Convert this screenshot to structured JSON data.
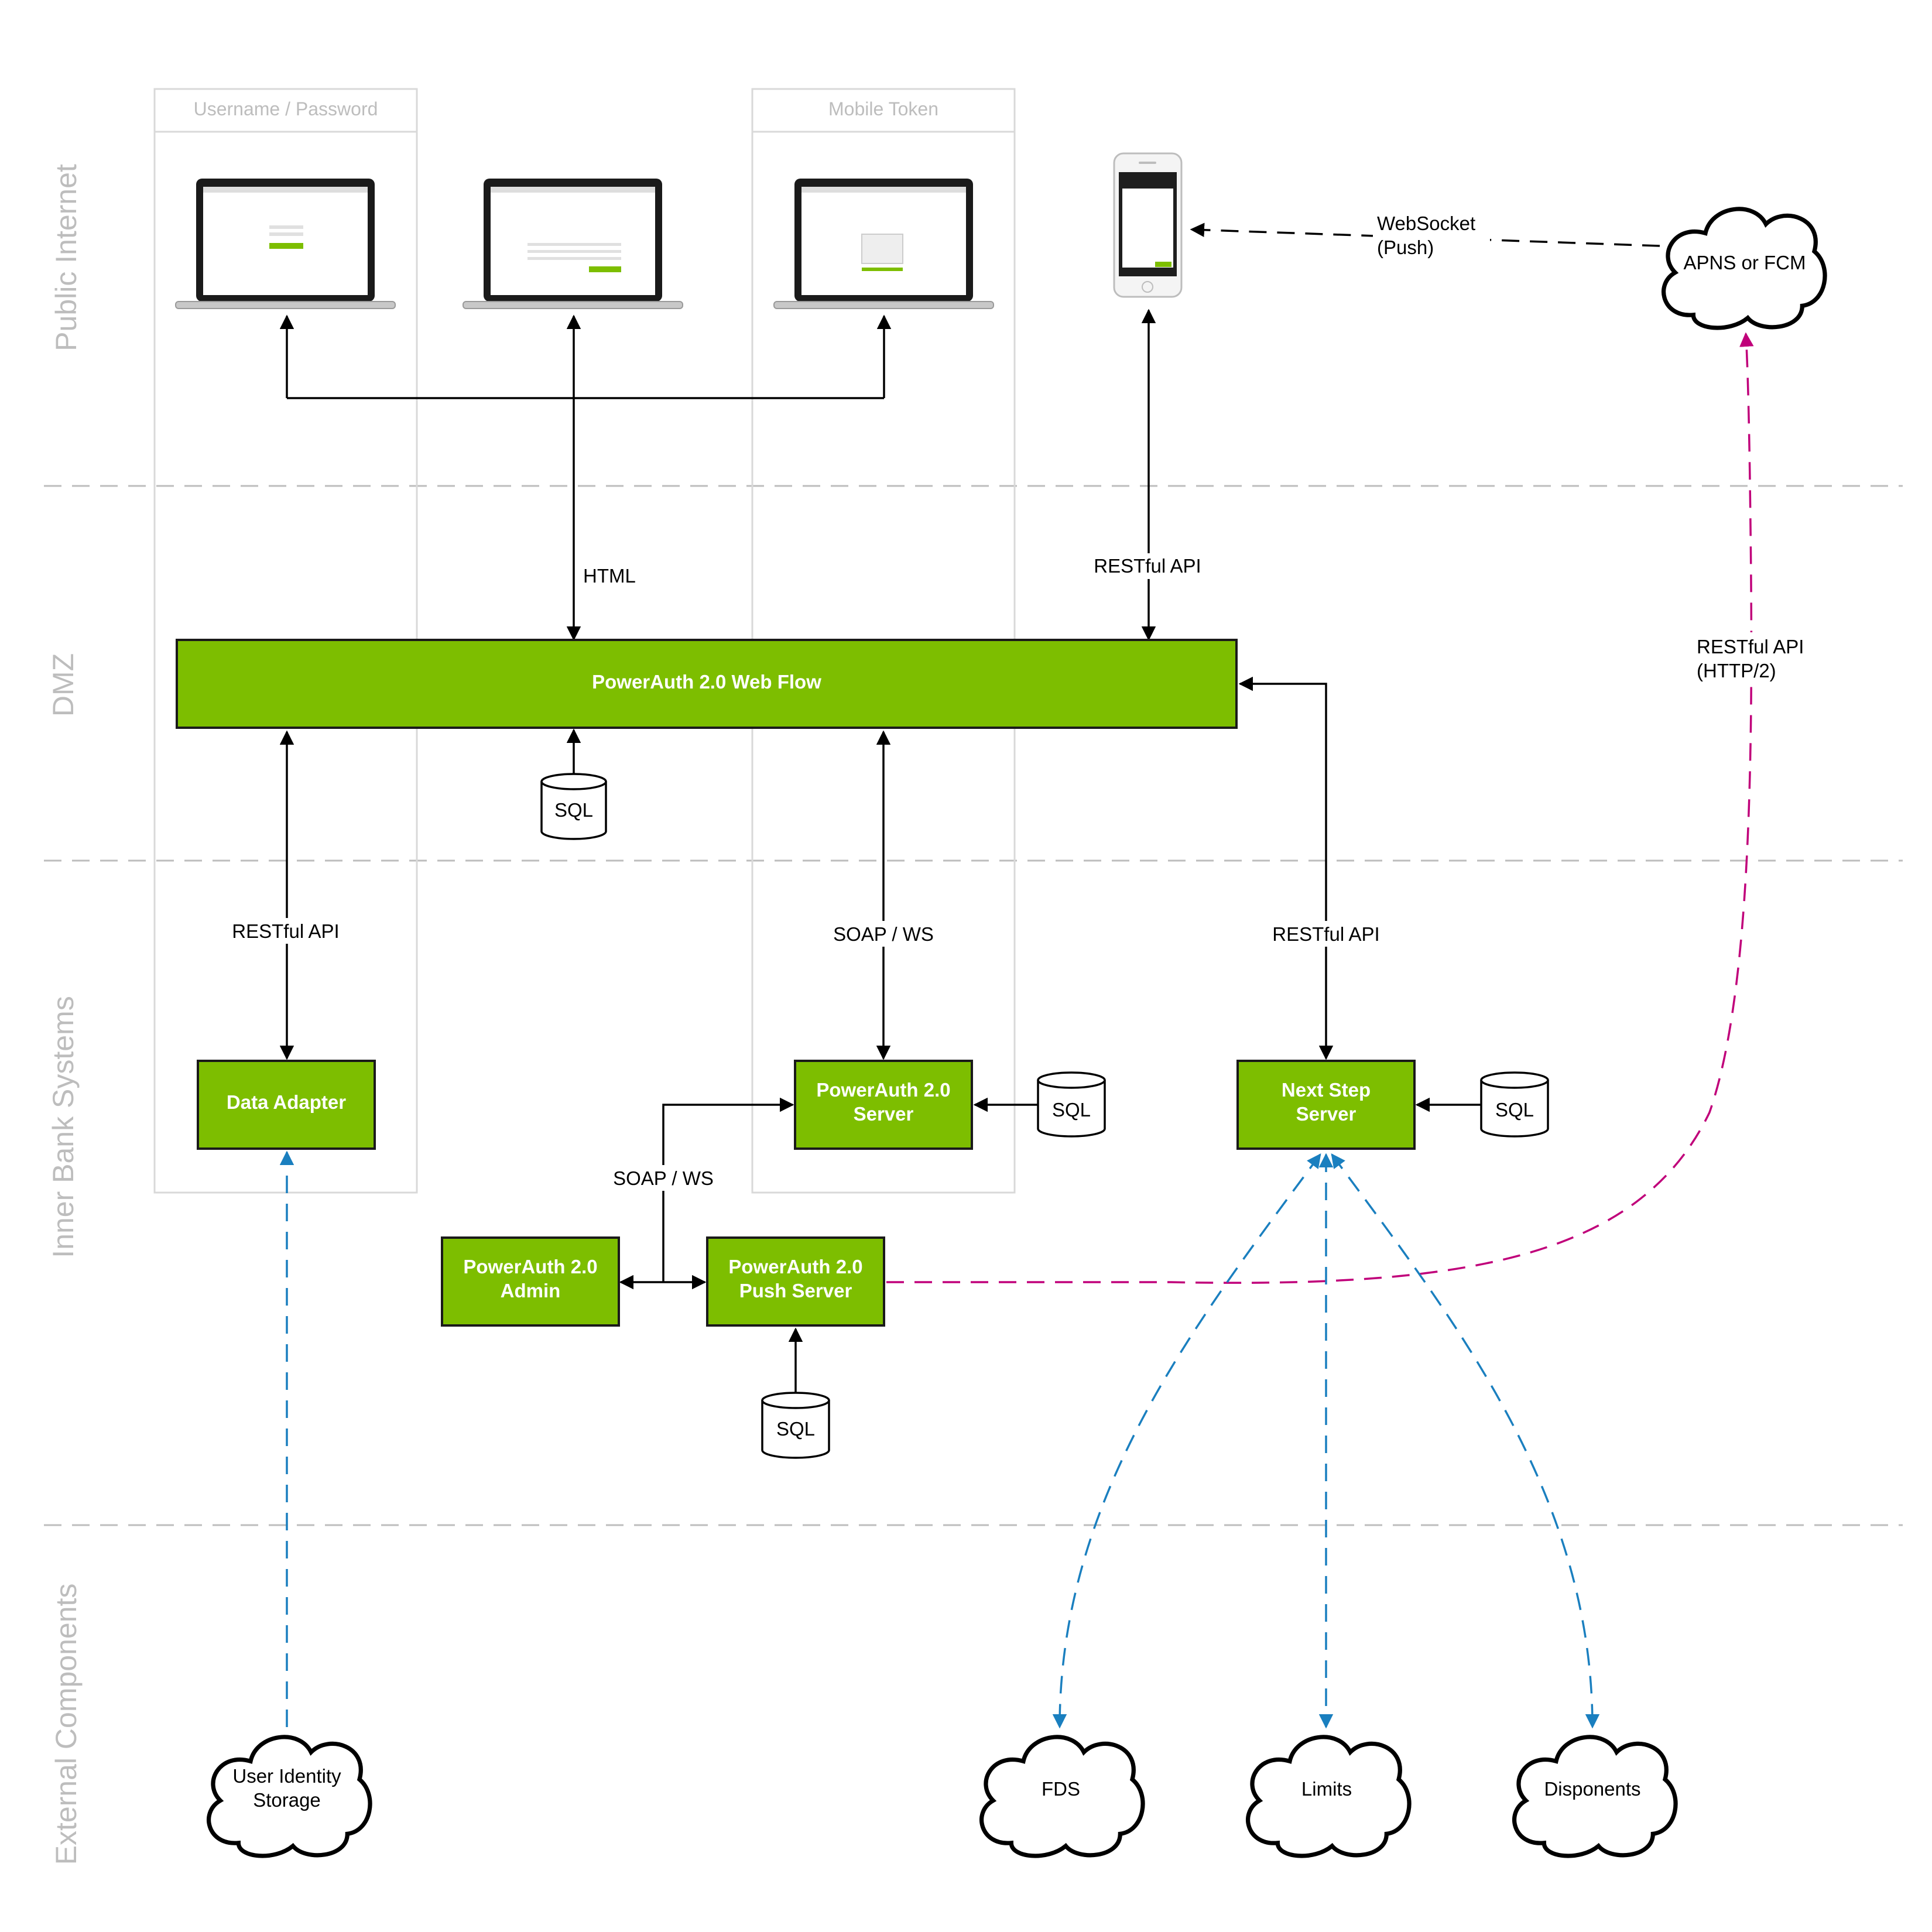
{
  "zones": {
    "public_internet": "Public Internet",
    "dmz": "DMZ",
    "inner_bank": "Inner Bank Systems",
    "external": "External Components"
  },
  "columns": {
    "username_password": "Username / Password",
    "mobile_token": "Mobile Token"
  },
  "boxes": {
    "web_flow": "PowerAuth 2.0 Web Flow",
    "data_adapter": "Data Adapter",
    "pa_server_l1": "PowerAuth 2.0",
    "pa_server_l2": "Server",
    "next_step_l1": "Next Step",
    "next_step_l2": "Server",
    "admin_l1": "PowerAuth 2.0",
    "admin_l2": "Admin",
    "push_l1": "PowerAuth 2.0",
    "push_l2": "Push Server"
  },
  "databases": {
    "webflow_db": "SQL",
    "server_db": "SQL",
    "nextstep_db": "SQL",
    "push_db": "SQL"
  },
  "clouds": {
    "apns_fcm": "APNS or FCM",
    "user_identity_l1": "User Identity",
    "user_identity_l2": "Storage",
    "fds": "FDS",
    "limits": "Limits",
    "disponents": "Disponents"
  },
  "labels": {
    "html": "HTML",
    "restful_api_mobile": "RESTful API",
    "restful_api_adapter": "RESTful API",
    "soap_ws_server": "SOAP / WS",
    "restful_api_nextstep": "RESTful API",
    "soap_ws_admin": "SOAP / WS",
    "websocket_l1": "WebSocket",
    "websocket_l2": "(Push)",
    "restful_http2_l1": "RESTful API",
    "restful_http2_l2": "(HTTP/2)"
  },
  "colors": {
    "box_green": "#7dbe00",
    "blue_dashed": "#1a7fbf",
    "magenta_dashed": "#c0007a",
    "zone_gray": "#bdbdbd"
  },
  "icons": {
    "laptop": "laptop-icon",
    "phone": "smartphone-icon",
    "database": "database-icon",
    "cloud": "cloud-icon"
  }
}
